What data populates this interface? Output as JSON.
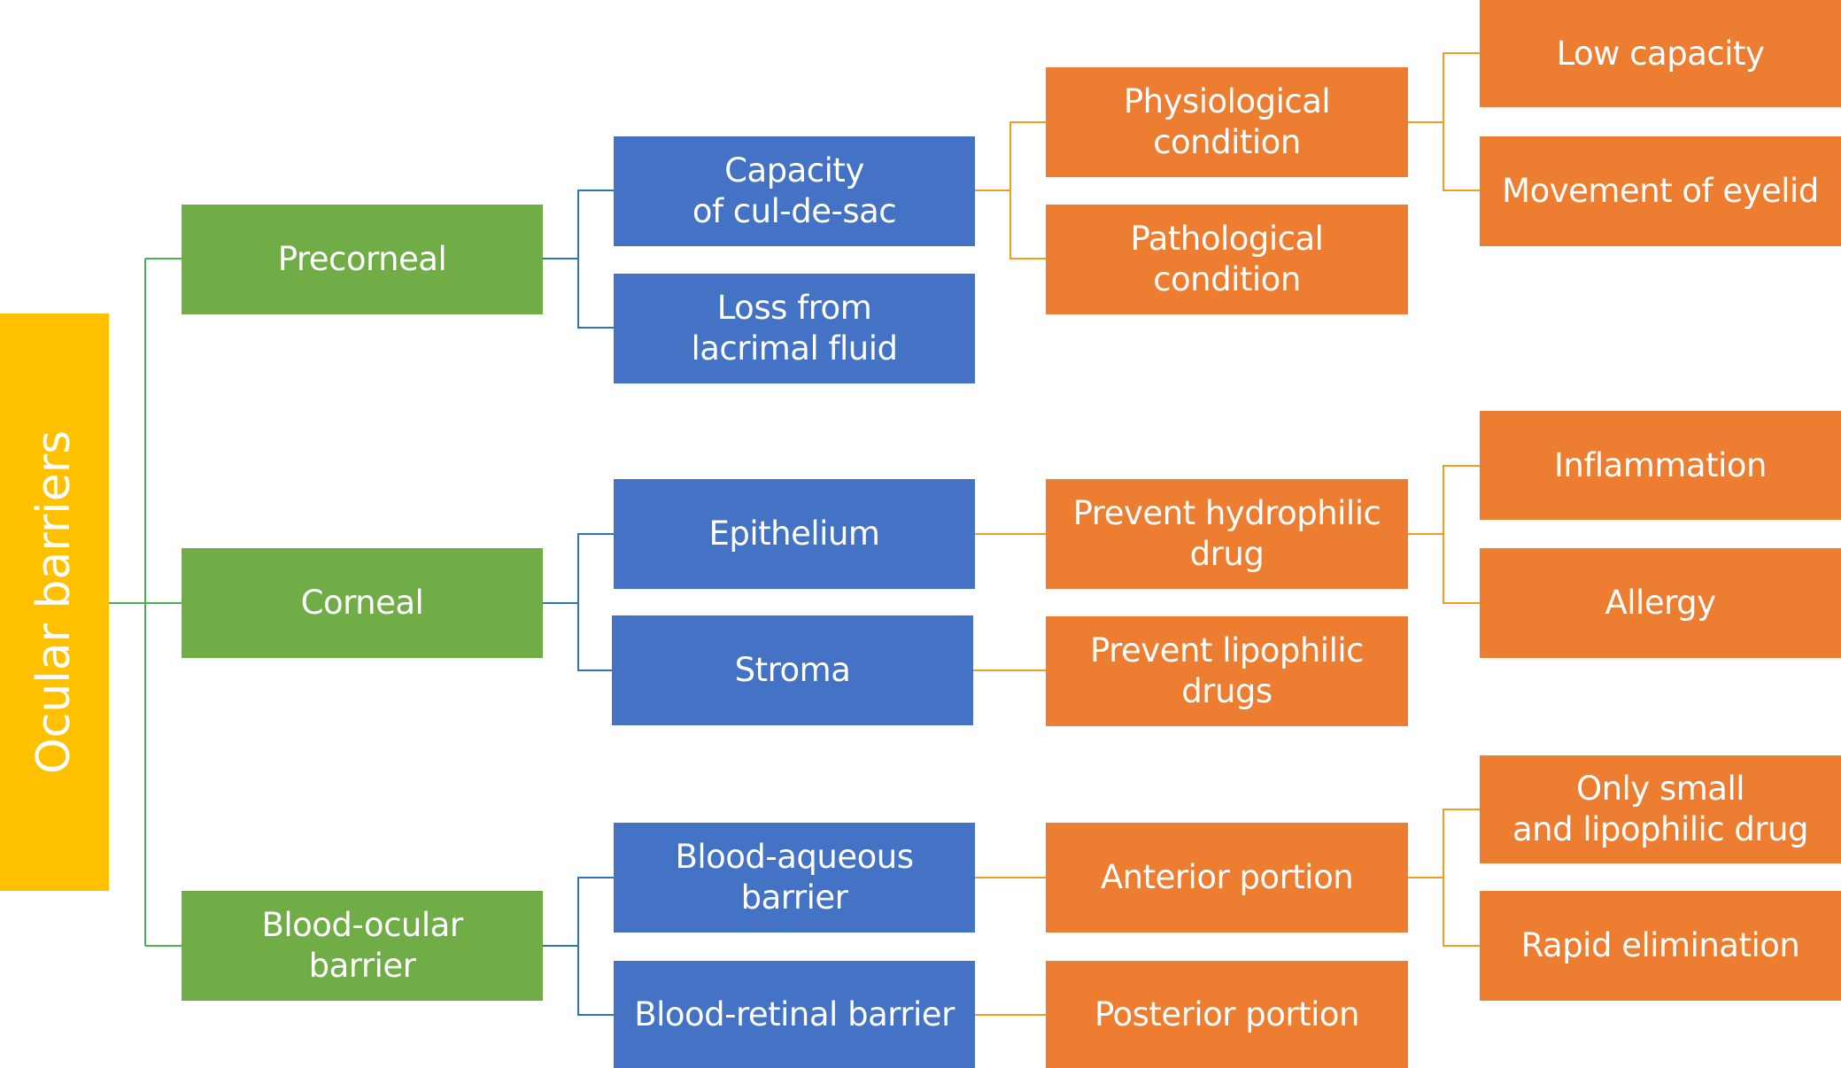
{
  "title": "Ocular barriers",
  "colors": {
    "root": "#FFC000",
    "level1": "#70AD47",
    "level2": "#4472C4",
    "level3": "#ED7D31",
    "connector_green": "#4CAF50",
    "connector_blue": "#2E75B6",
    "connector_orange": "#F39C1F"
  },
  "root": {
    "label": "Ocular barriers"
  },
  "level1": [
    {
      "label": "Precorneal"
    },
    {
      "label": "Corneal"
    },
    {
      "label": "Blood-ocular\nbarrier"
    }
  ],
  "level2": [
    {
      "label": "Capacity\nof cul-de-sac",
      "parent": "Precorneal"
    },
    {
      "label": "Loss from\nlacrimal fluid",
      "parent": "Precorneal"
    },
    {
      "label": "Epithelium",
      "parent": "Corneal"
    },
    {
      "label": "Stroma",
      "parent": "Corneal"
    },
    {
      "label": "Blood-aqueous\nbarrier",
      "parent": "Blood-ocular barrier"
    },
    {
      "label": "Blood-retinal barrier",
      "parent": "Blood-ocular barrier"
    }
  ],
  "level3": [
    {
      "label": "Physiological\ncondition",
      "parent": "Capacity of cul-de-sac"
    },
    {
      "label": "Pathological\ncondition",
      "parent": "Capacity of cul-de-sac"
    },
    {
      "label": "Prevent  hydrophilic\ndrug",
      "parent": "Epithelium"
    },
    {
      "label": "Prevent lipophilic\ndrugs",
      "parent": "Stroma"
    },
    {
      "label": "Anterior portion",
      "parent": "Blood-aqueous barrier"
    },
    {
      "label": "Posterior portion",
      "parent": "Blood-retinal barrier"
    }
  ],
  "level4": [
    {
      "label": "Low capacity",
      "parent": "Physiological condition"
    },
    {
      "label": "Movement of eyelid",
      "parent": "Physiological condition"
    },
    {
      "label": "Inflammation",
      "parent": "Prevent hydrophilic drug"
    },
    {
      "label": "Allergy",
      "parent": "Prevent hydrophilic drug"
    },
    {
      "label": "Only small\nand lipophilic drug",
      "parent": "Anterior portion"
    },
    {
      "label": "Rapid elimination",
      "parent": "Anterior portion"
    }
  ]
}
